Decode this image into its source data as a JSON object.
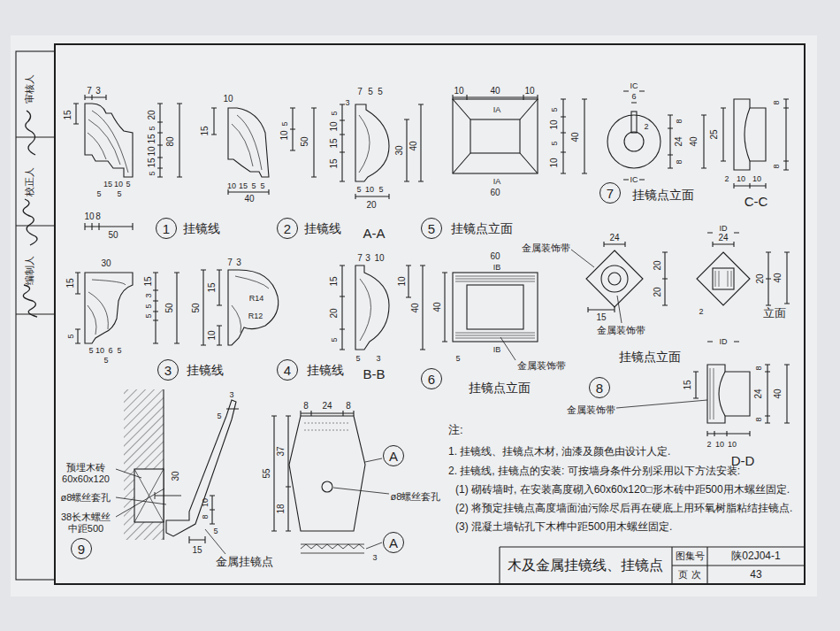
{
  "diagram": {
    "title": "木及金属挂镜线、挂镜点",
    "nodes": [
      {
        "text": [
          "1"
        ]
      },
      {
        "text": [
          "2"
        ]
      },
      {
        "text": [
          "5"
        ]
      },
      {
        "text": [
          "7"
        ]
      },
      {
        "text": [
          "3"
        ]
      },
      {
        "text": [
          "4"
        ]
      },
      {
        "text": [
          "6"
        ]
      },
      {
        "text": [
          "8"
        ]
      },
      {
        "text": [
          "A"
        ]
      },
      {
        "text": [
          "9"
        ]
      },
      {
        "text": [
          "A"
        ]
      }
    ],
    "labels": [
      "审核人",
      "校正人",
      "编制人",
      "7",
      "3",
      "15",
      "20",
      "5",
      "15",
      "10",
      "15",
      "5",
      "80",
      "15",
      "10",
      "5",
      "5",
      "5",
      "10",
      "8",
      "50",
      "挂镜线",
      "10",
      "15",
      "5",
      "10",
      "50",
      "10",
      "15",
      "5",
      "5",
      "40",
      "挂镜线",
      "7",
      "5",
      "5",
      "3",
      "5",
      "10",
      "15",
      "15",
      "30",
      "40",
      "5",
      "10",
      "5",
      "20",
      "A-A",
      "挂镜点立面",
      "10",
      "40",
      "10",
      "IA",
      "5",
      "10",
      "5",
      "10",
      "40",
      "IA",
      "60",
      "IC",
      "6",
      "2",
      "8",
      "24",
      "8",
      "40",
      "IC",
      "挂镜点立面",
      "25",
      "8",
      "8",
      "2",
      "10",
      "10",
      "C-C",
      "30",
      "15",
      "5",
      "15",
      "3",
      "5",
      "5",
      "50",
      "5",
      "10",
      "6",
      "5",
      "5",
      "挂镜线",
      "7",
      "3",
      "15",
      "50",
      "R14",
      "R12",
      "10",
      "挂镜线",
      "7",
      "3",
      "10",
      "15",
      "20",
      "5",
      "10",
      "40",
      "5",
      "3",
      "B-B",
      "60",
      "IB",
      "40",
      "5",
      "IB",
      "金属装饰带",
      "挂镜点立面",
      "金属装饰带",
      "24",
      "20",
      "20",
      "15",
      "金属装饰带",
      "24",
      "20",
      "40",
      "2",
      "立面",
      "挂镜点立面",
      "ID",
      "ID",
      "15",
      "8",
      "24",
      "8",
      "40",
      "金属装饰带",
      "2",
      "10",
      "10",
      "D-D",
      "预埋木砖",
      "60x60x120",
      "ø8螺丝套孔",
      "38长木螺丝",
      "中距500",
      "30",
      "3",
      "5",
      "10",
      "8",
      "5",
      "15",
      "金属挂镜点",
      "8",
      "24",
      "8",
      "55",
      "37",
      "18",
      "ø8螺丝套孔",
      "3",
      "注:",
      "1. 挂镜线、挂镜点木材, 油漆及颜色由设计人定.",
      "2. 挂镜线, 挂镜点的安装: 可按墙身条件分别采用以下方法安装:",
      "(1) 砌砖墙时, 在安装高度砌入60x60x120□形木砖中距500用木螺丝固定.",
      "(2) 将预定挂镜点高度墙面油污除尽后再在硬底上用环氧树脂粘结挂镜点.",
      "(3) 混凝土墙钻孔下木榫中距500用木螺丝固定.",
      "图集号",
      "陕02J04-1",
      "页 次",
      "43"
    ]
  }
}
